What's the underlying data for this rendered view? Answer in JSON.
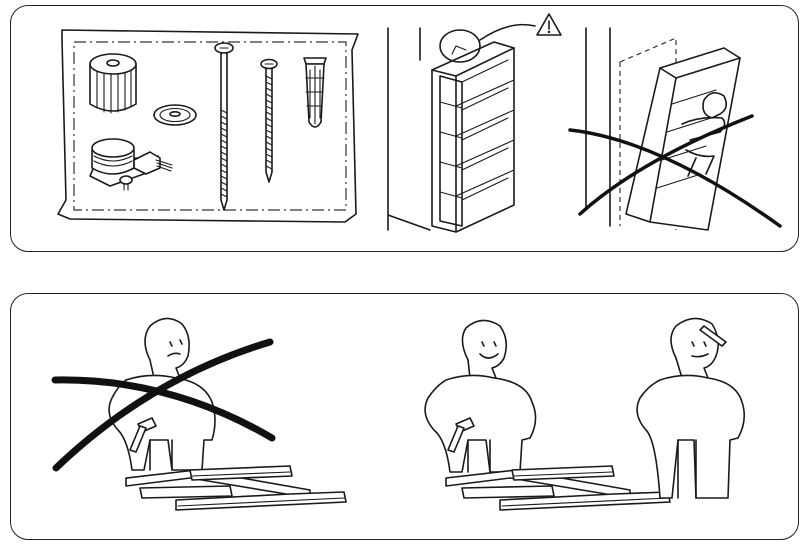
{
  "document": {
    "type": "assembly-instructions",
    "panels": [
      {
        "id": "top",
        "illustrations": [
          "hardware-parts",
          "bookcase-wall-warning",
          "bookcase-wrong-tilt"
        ]
      },
      {
        "id": "bottom",
        "illustrations": [
          "person-alone-wrong",
          "two-people-correct"
        ]
      }
    ],
    "icons": [
      "warning-triangle-icon",
      "x-mark-icon",
      "hammer-icon",
      "pencil-icon"
    ]
  }
}
